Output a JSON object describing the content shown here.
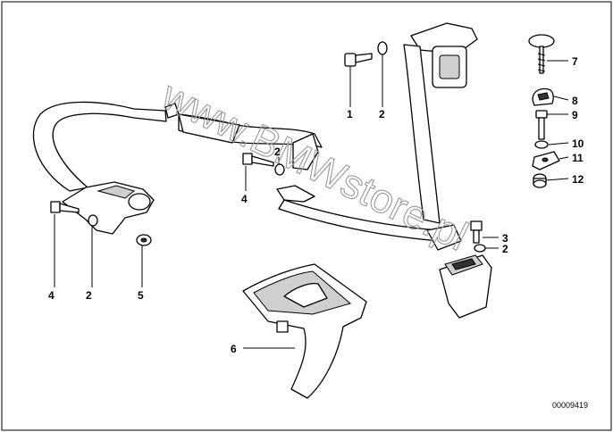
{
  "diagram": {
    "watermark": "www.BMWstore.pl",
    "code": "00009419",
    "callouts": [
      "1",
      "2",
      "2",
      "2",
      "2",
      "3",
      "4",
      "4",
      "5",
      "6",
      "7",
      "8",
      "9",
      "10",
      "11",
      "12"
    ]
  }
}
